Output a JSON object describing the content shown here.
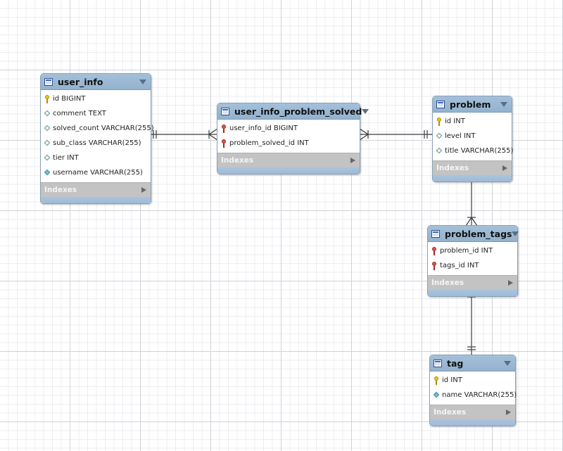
{
  "diagram": {
    "tables": {
      "user_info": {
        "title": "user_info",
        "columns": [
          {
            "key": "pk",
            "label": "id BIGINT"
          },
          {
            "key": "attr",
            "label": "comment TEXT"
          },
          {
            "key": "attr",
            "label": "solved_count VARCHAR(255)"
          },
          {
            "key": "attr",
            "label": "sub_class VARCHAR(255)"
          },
          {
            "key": "attr",
            "label": "tier INT"
          },
          {
            "key": "attr-filled",
            "label": "username VARCHAR(255)"
          }
        ],
        "indexes_label": "Indexes"
      },
      "user_info_problem_solved": {
        "title": "user_info_problem_solved",
        "columns": [
          {
            "key": "fk",
            "label": "user_info_id BIGINT"
          },
          {
            "key": "fk",
            "label": "problem_solved_id INT"
          }
        ],
        "indexes_label": "Indexes"
      },
      "problem": {
        "title": "problem",
        "columns": [
          {
            "key": "pk",
            "label": "id INT"
          },
          {
            "key": "attr",
            "label": "level INT"
          },
          {
            "key": "attr",
            "label": "title VARCHAR(255)"
          }
        ],
        "indexes_label": "Indexes"
      },
      "problem_tags": {
        "title": "problem_tags",
        "columns": [
          {
            "key": "fk",
            "label": "problem_id INT"
          },
          {
            "key": "fk",
            "label": "tags_id INT"
          }
        ],
        "indexes_label": "Indexes"
      },
      "tag": {
        "title": "tag",
        "columns": [
          {
            "key": "pk",
            "label": "id INT"
          },
          {
            "key": "attr-filled",
            "label": "name VARCHAR(255)"
          }
        ],
        "indexes_label": "Indexes"
      }
    }
  }
}
